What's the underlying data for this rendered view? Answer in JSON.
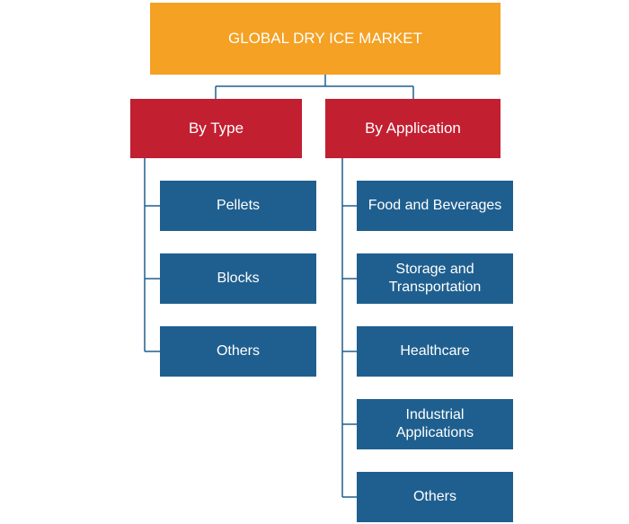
{
  "diagram": {
    "root": {
      "label": "GLOBAL DRY ICE MARKET",
      "color": "#f4a124"
    },
    "categories": [
      {
        "label": "By Type",
        "color": "#c21f31",
        "items": [
          "Pellets",
          "Blocks",
          "Others"
        ]
      },
      {
        "label": "By Application",
        "color": "#c21f31",
        "items": [
          "Food and Beverages",
          "Storage and Transportation",
          "Healthcare",
          "Industrial Applications",
          "Others"
        ]
      }
    ],
    "leaf_color": "#1f5f8f",
    "connector_color": "#1f5f8f"
  }
}
